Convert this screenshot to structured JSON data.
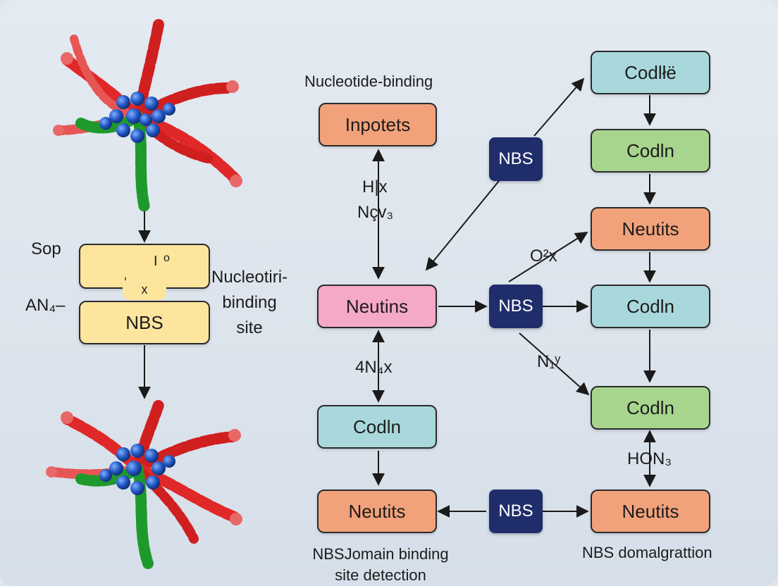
{
  "left": {
    "sop_label": "Sop",
    "an4_label": "AN₄–",
    "top_box_marks": [
      "I",
      "o",
      "I",
      "x"
    ],
    "nbs_box": "NBS",
    "site_label_line1": "Nucleotiri-",
    "site_label_line2": "binding",
    "site_label_line3": "site"
  },
  "middle": {
    "title": "Nucleotide-binding",
    "box_top": "Inpotets",
    "edge_top_line1": "H|x",
    "edge_top_line2": "Nçv₃",
    "box_center": "Neutins",
    "edge_bottom": "4N₄x",
    "box_lower": "Codln",
    "box_bottom": "Neutits",
    "caption_line1": "NBSJomain binding",
    "caption_line2": "site detection"
  },
  "badges": {
    "upper": "NBS",
    "middle": "NBS",
    "bottom": "NBS"
  },
  "right": {
    "box1": "Codlłё",
    "box2": "Codln",
    "box3": "Neutits",
    "box4": "Codln",
    "box5": "Codln",
    "box6": "Neutits",
    "edge_o2x": "O²x",
    "edge_n1y": "N₁ʸ",
    "edge_hon3": "HON₃",
    "caption": "NBS domalgrattion"
  },
  "colors": {
    "orange": "#f2a27b",
    "teal": "#a9d8dc",
    "green": "#a8d58e",
    "pink": "#f6a8c8",
    "yellow": "#fde59e",
    "badge": "#1f2d6b"
  }
}
